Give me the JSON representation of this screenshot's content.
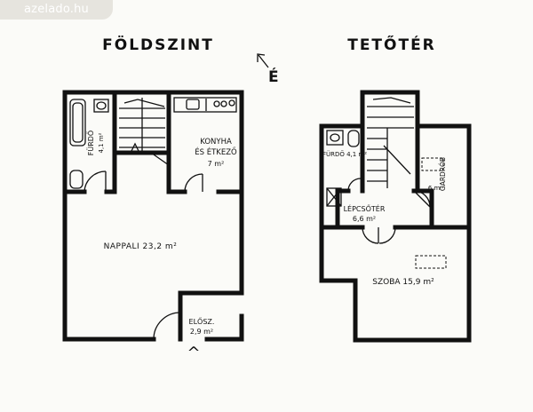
{
  "watermark": "azelado.hu",
  "titles": {
    "ground": "FÖLDSZINT",
    "attic": "TETŐTÉR"
  },
  "north_marker": "É",
  "entrance_marker": "^",
  "ground_rooms": {
    "bath_name": "FÜRDŐ",
    "bath_area": "4,1 m²",
    "kitchen_name": "KONYHA",
    "kitchen_name2": "ÉS ÉTKEZŐ",
    "kitchen_area": "7 m²",
    "living": "NAPPALI 23,2 m²",
    "hall_name": "ELŐSZ.",
    "hall_area": "2,9 m²"
  },
  "attic_rooms": {
    "bath": "FÜRDŐ 4,1 m²",
    "wardrobe_name": "GARDRÓB",
    "wardrobe_area": "6 m²",
    "stair_name": "LÉPCSŐTÉR",
    "stair_area": "6,6 m²",
    "bedroom": "SZOBA 15,9 m²"
  }
}
